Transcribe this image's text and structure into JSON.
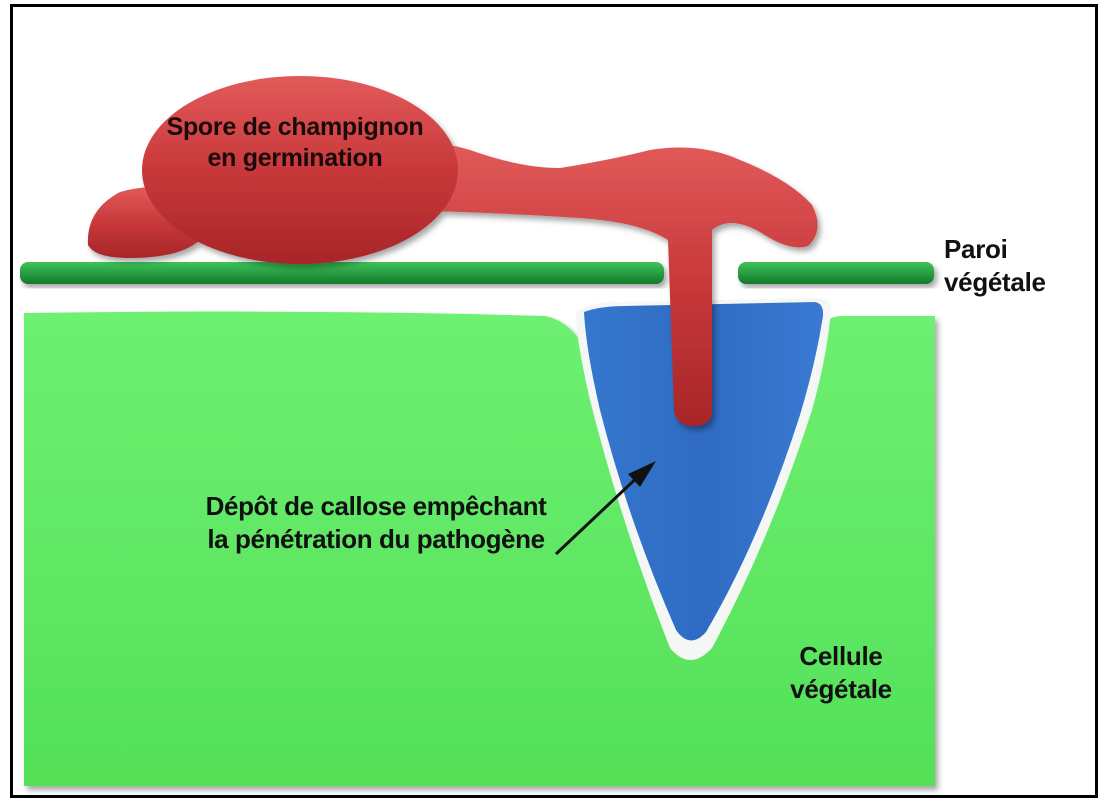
{
  "labels": {
    "spore": [
      "Spore de champignon",
      "en germination"
    ],
    "paroi": [
      "Paroi",
      "végétale"
    ],
    "callose": [
      "Dépôt de callose empêchant",
      "la pénétration du pathogène"
    ],
    "cellule": [
      "Cellule",
      "végétale"
    ]
  },
  "colors": {
    "spore": "#c8383a",
    "wall": "#1f9a3a",
    "cell": "#5ce860",
    "callose": "#2f6fc8",
    "outline": "#000000"
  }
}
